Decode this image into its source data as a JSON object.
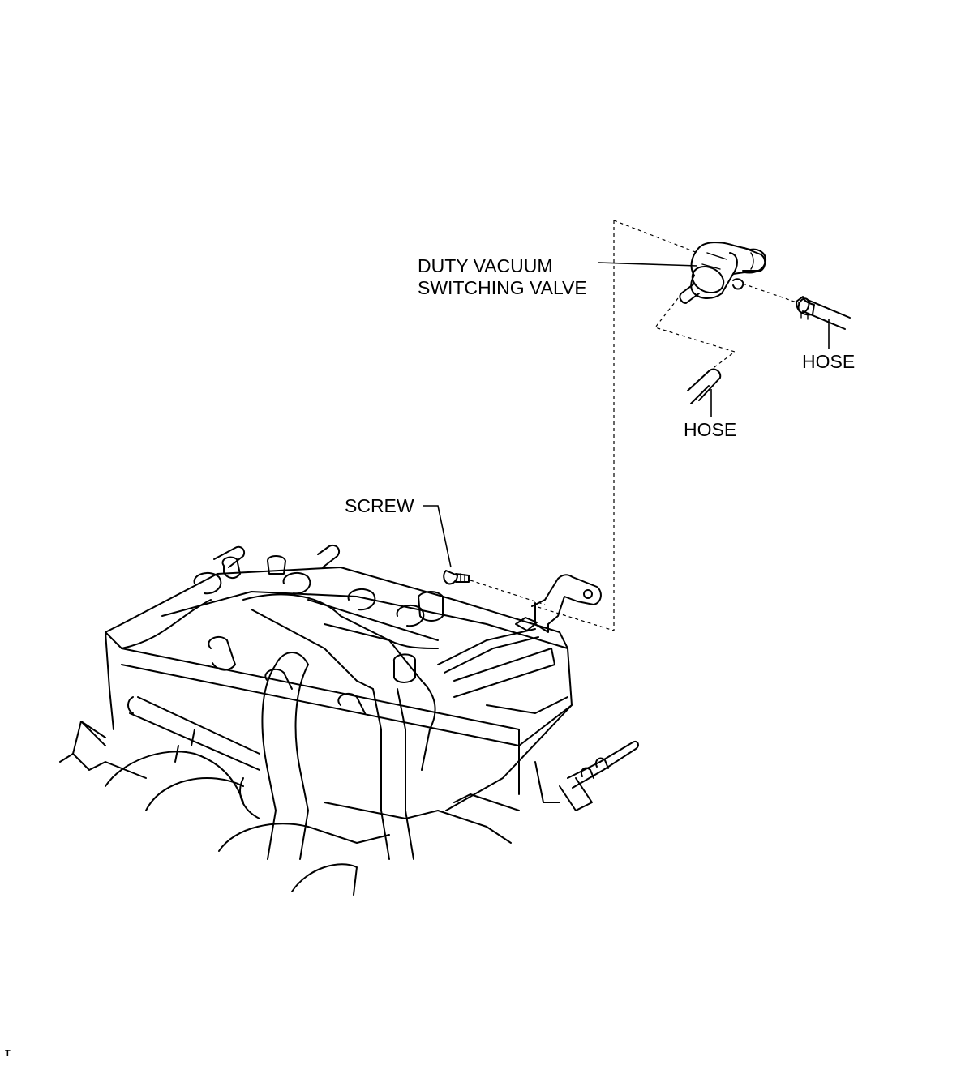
{
  "labels": {
    "duty_vacuum_switching_valve": [
      "DUTY VACUUM",
      "SWITCHING VALVE"
    ],
    "hose_right": "HOSE",
    "hose_center": "HOSE",
    "screw": "SCREW",
    "corner_mark": "T"
  },
  "colors": {
    "line": "#000000",
    "background": "#ffffff"
  }
}
